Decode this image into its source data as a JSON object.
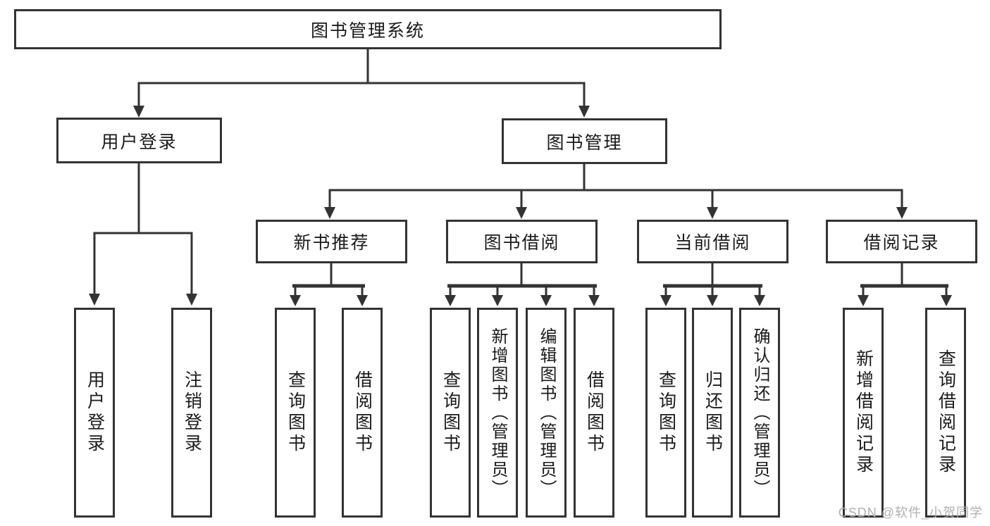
{
  "diagram": {
    "root": {
      "label": "图书管理系统"
    },
    "login": {
      "label": "用户登录",
      "children": [
        {
          "label": "用户登录"
        },
        {
          "label": "注销登录"
        }
      ]
    },
    "management": {
      "label": "图书管理",
      "children": [
        {
          "label": "新书推荐",
          "children": [
            {
              "label": "查询图书"
            },
            {
              "label": "借阅图书"
            }
          ]
        },
        {
          "label": "图书借阅",
          "children": [
            {
              "label": "查询图书"
            },
            {
              "label": "新增图书（管理员）"
            },
            {
              "label": "编辑图书（管理员）"
            },
            {
              "label": "借阅图书"
            }
          ]
        },
        {
          "label": "当前借阅",
          "children": [
            {
              "label": "查询图书"
            },
            {
              "label": "归还图书"
            },
            {
              "label": "确认归还（管理员）"
            }
          ]
        },
        {
          "label": "借阅记录",
          "children": [
            {
              "label": "新增借阅记录"
            },
            {
              "label": "查询借阅记录"
            }
          ]
        }
      ]
    }
  },
  "watermark": {
    "text": "CSDN @软件_小贺同学"
  },
  "colors": {
    "line": "#333333",
    "text": "#1a1a1a",
    "background": "#ffffff",
    "watermark": "#b0b0b0"
  }
}
